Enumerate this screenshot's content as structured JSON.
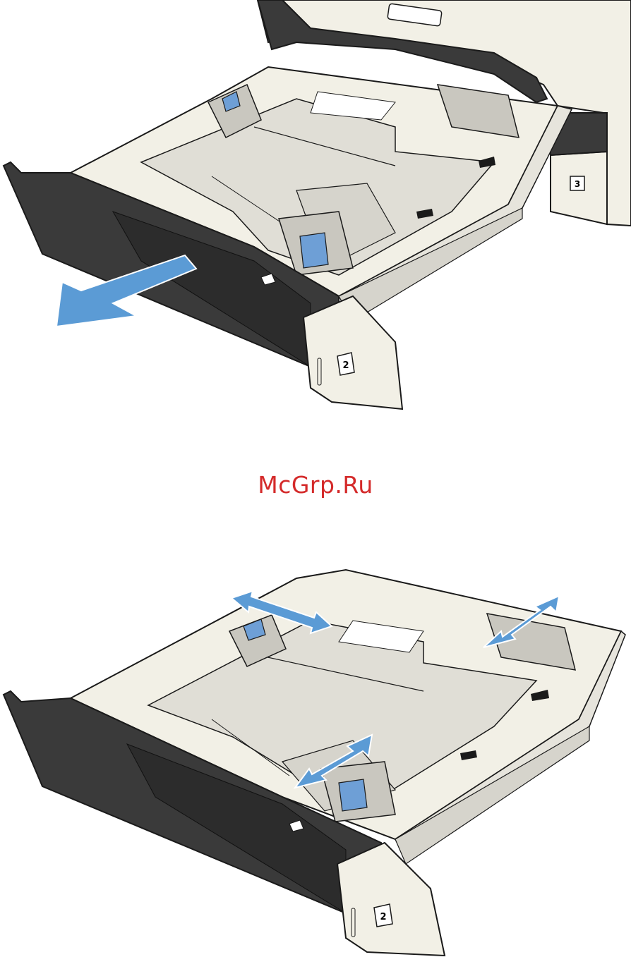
{
  "watermark": {
    "text": "McGrp.Ru",
    "color": "#d42a2a"
  },
  "figures": [
    {
      "tray_label": "2",
      "neighbor_tray_label": "3",
      "arrows": "pull-out"
    },
    {
      "tray_label": "2",
      "arrows": "adjust-guides"
    }
  ],
  "colors": {
    "tray_dark": "#3a3a3a",
    "tray_body": "#f2f0e6",
    "tray_insert": "#e6e4dc",
    "guide_blue": "#6e9fd6",
    "arrow_blue": "#5b9bd5",
    "outline": "#1a1a1a"
  }
}
